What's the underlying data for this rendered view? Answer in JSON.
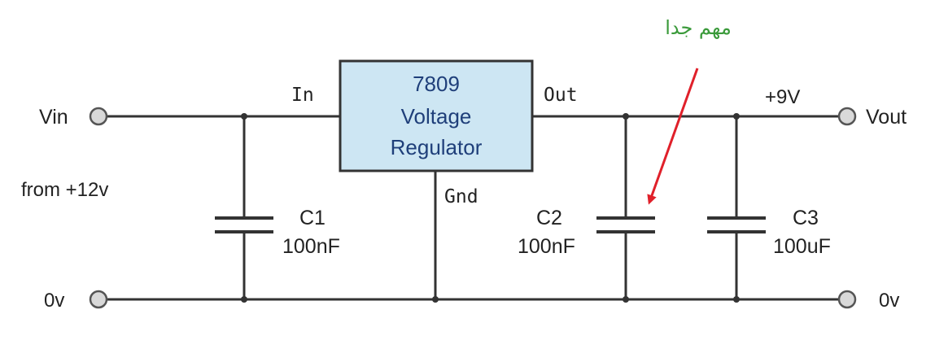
{
  "regulator": {
    "part_number": "7809",
    "line1": "Voltage",
    "line2": "Regulator",
    "pin_in": "In",
    "pin_out": "Out",
    "pin_gnd": "Gnd"
  },
  "input": {
    "terminal_label": "Vin",
    "note": "from +12v",
    "ground_label": "0v"
  },
  "output": {
    "terminal_label": "Vout",
    "voltage": "+9V",
    "ground_label": "0v"
  },
  "capacitors": [
    {
      "name": "C1",
      "value": "100nF"
    },
    {
      "name": "C2",
      "value": "100nF"
    },
    {
      "name": "C3",
      "value": "100uF"
    }
  ],
  "annotation": {
    "text": "مهم جدا"
  },
  "colors": {
    "wire": "#333333",
    "terminal_fill": "#d9d9d9",
    "regulator_fill": "#cde6f3",
    "regulator_text": "#1f3f7a",
    "annotation_text": "#3a9a3a",
    "arrow": "#e0202a"
  }
}
